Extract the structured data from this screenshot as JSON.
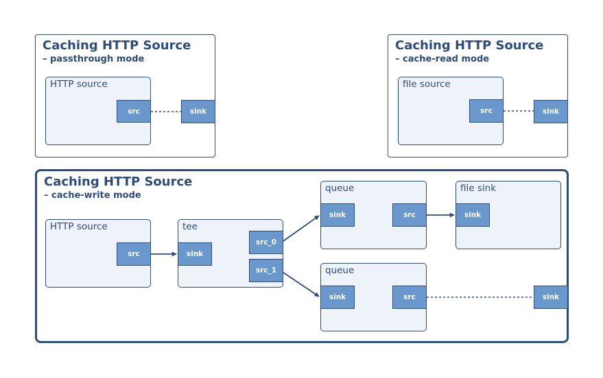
{
  "panels": {
    "passthrough": {
      "title": "Caching HTTP Source",
      "subtitle": "– passthrough mode",
      "http_source": {
        "label": "HTTP source",
        "src": "src"
      },
      "sink": "sink"
    },
    "cache_read": {
      "title": "Caching HTTP Source",
      "subtitle": "– cache-read mode",
      "file_source": {
        "label": "file source",
        "src": "src"
      },
      "sink": "sink"
    },
    "cache_write": {
      "title": "Caching HTTP Source",
      "subtitle": "– cache-write mode",
      "http_source": {
        "label": "HTTP source",
        "src": "src"
      },
      "tee": {
        "label": "tee",
        "sink": "sink",
        "src_0": "src_0",
        "src_1": "src_1"
      },
      "queue_top": {
        "label": "queue",
        "sink": "sink",
        "src": "src"
      },
      "file_sink": {
        "label": "file sink",
        "sink": "sink"
      },
      "queue_bottom": {
        "label": "queue",
        "sink": "sink",
        "src": "src"
      },
      "sink": "sink"
    }
  },
  "colors": {
    "frame": "#2b4c7e",
    "element_bg": "#eef3f9",
    "pad_bg": "#6a98cd"
  }
}
